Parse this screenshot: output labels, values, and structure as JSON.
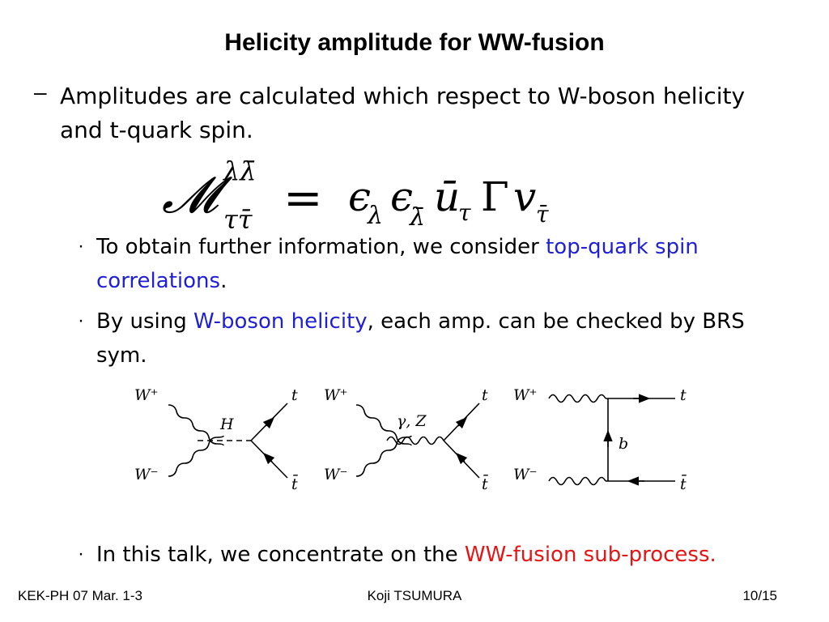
{
  "title": "Helicity amplitude for WW-fusion",
  "bullet1": {
    "marker": "–",
    "line1": "Amplitudes are calculated which respect to W-boson helicity",
    "line2": "and t-quark spin."
  },
  "formula": {
    "lhs_symbol": "𝓜",
    "sup": "λλ̄",
    "sub": "ττ̄",
    "equals": "=",
    "eps1": "ϵ",
    "eps1_sub": "λ",
    "eps2": "ϵ",
    "eps2_sub": "λ̄",
    "ubar": "ū",
    "ubar_sub": "τ",
    "gamma": "Γ",
    "v": "v",
    "v_sub": "τ̄"
  },
  "subbullets": [
    {
      "marker": "·",
      "prefix": "To obtain further information, we consider ",
      "highlight": "top-quark spin correlations",
      "suffix": "."
    },
    {
      "marker": "·",
      "prefix": "By using ",
      "highlight": "W-boson helicity",
      "suffix": ", each amp. can be checked by BRS sym."
    },
    {
      "marker": "·",
      "prefix": "In this talk, we concentrate on the ",
      "highlight": "WW-fusion sub-process.",
      "suffix": ""
    }
  ],
  "diagrams": {
    "d1": {
      "wplus": "W⁺",
      "wminus": "W⁻",
      "mediator": "H",
      "t": "t",
      "tbar": "t̄"
    },
    "d2": {
      "wplus": "W⁺",
      "wminus": "W⁻",
      "mediator": "γ, Z",
      "t": "t",
      "tbar": "t̄"
    },
    "d3": {
      "wplus": "W⁺",
      "wminus": "W⁻",
      "mediator": "b",
      "t": "t",
      "tbar": "t̄"
    }
  },
  "footer": {
    "left": "KEK-PH 07 Mar. 1-3",
    "center": "Koji TSUMURA",
    "right": "10/15"
  },
  "colors": {
    "highlight_blue": "#1f1fd6",
    "highlight_red": "#e61414"
  }
}
